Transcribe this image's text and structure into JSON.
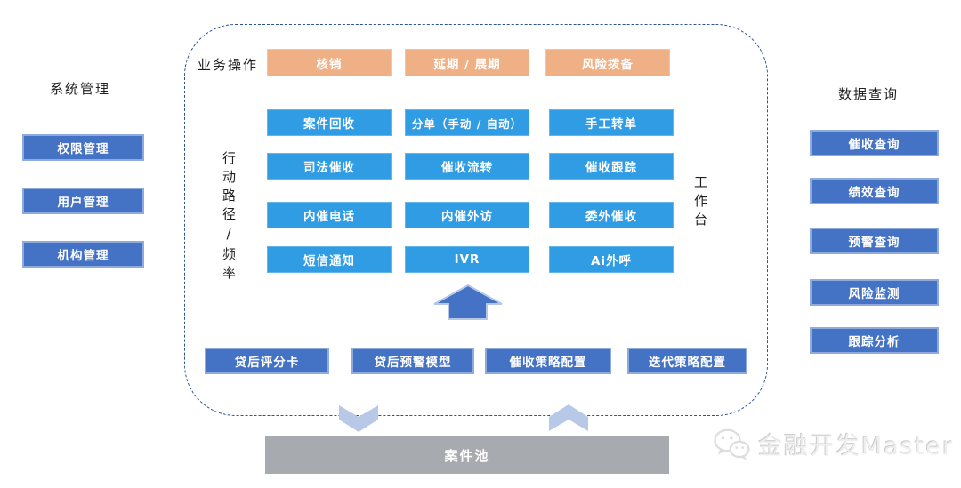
{
  "left_panel": {
    "title": "系统管理",
    "items": [
      {
        "label": "权限管理"
      },
      {
        "label": "用户管理"
      },
      {
        "label": "机构管理"
      }
    ]
  },
  "center_box": {
    "business_ops_label": "业务操作",
    "business_ops": [
      {
        "label": "核销"
      },
      {
        "label": "延期 / 展期"
      },
      {
        "label": "风险拨备"
      }
    ],
    "action_path_label": "行动路径/频率",
    "workbench_label": "工作台",
    "grid": [
      [
        {
          "label": "案件回收"
        },
        {
          "label": "分单（手动 / 自动）"
        },
        {
          "label": "手工转单"
        }
      ],
      [
        {
          "label": "司法催收"
        },
        {
          "label": "催收流转"
        },
        {
          "label": "催收跟踪"
        }
      ],
      [
        {
          "label": "内催电话"
        },
        {
          "label": "内催外访"
        },
        {
          "label": "委外催收"
        }
      ],
      [
        {
          "label": "短信通知"
        },
        {
          "label": "IVR"
        },
        {
          "label": "Ai外呼"
        }
      ]
    ],
    "config_row": [
      {
        "label": "贷后评分卡"
      },
      {
        "label": "贷后预警模型"
      },
      {
        "label": "催收策略配置"
      },
      {
        "label": "迭代策略配置"
      }
    ]
  },
  "right_panel": {
    "title": "数据查询",
    "items": [
      {
        "label": "催收查询"
      },
      {
        "label": "绩效查询"
      },
      {
        "label": "预警查询"
      },
      {
        "label": "风险监测"
      },
      {
        "label": "跟踪分析"
      }
    ]
  },
  "case_pool": {
    "label": "案件池"
  },
  "watermark": {
    "text": "金融开发Master",
    "icon": "wechat-icon"
  },
  "colors": {
    "dark_blue": "#4472c4",
    "dark_blue_border": "#8faadc",
    "bright_blue": "#2f9ce4",
    "orange": "#efb086",
    "gray_bar": "#a7aaae",
    "dashed_border": "#2f5496",
    "chevron_light": "#b8c9e8"
  }
}
